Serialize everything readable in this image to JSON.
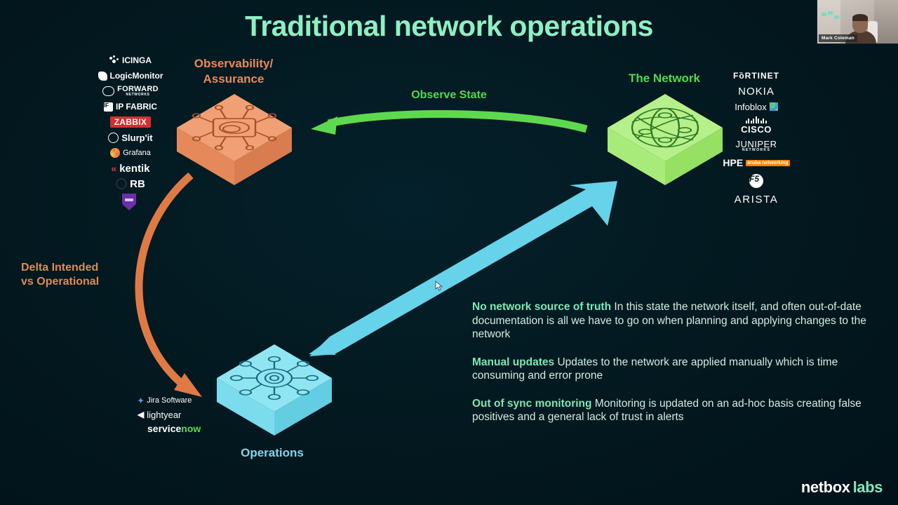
{
  "slide": {
    "title": "Traditional network operations",
    "background_color": "#03181f",
    "brand": {
      "primary": "netbox",
      "secondary": "labs"
    }
  },
  "nodes": {
    "observability": {
      "label": "Observability/\nAssurance",
      "label_line1": "Observability/",
      "label_line2": "Assurance",
      "color": "#e8895a",
      "icon": "hub-spoke-cube"
    },
    "network": {
      "label": "The Network",
      "color": "#4ddb4d",
      "icon": "globe-mesh-cube"
    },
    "operations": {
      "label": "Operations",
      "color": "#7fd6e8",
      "icon": "gear-hub-cube"
    }
  },
  "arrows": {
    "observe_state": {
      "label": "Observe State",
      "color": "#5ed94f",
      "direction": "network-to-observability"
    },
    "delta": {
      "label_line1": "Delta Intended",
      "label_line2": "vs Operational",
      "color": "#e07a45",
      "direction": "observability-to-operations"
    },
    "apply": {
      "label": "",
      "color": "#66d3ea",
      "direction": "operations-to-network"
    }
  },
  "logo_groups": {
    "observability": [
      {
        "name": "icinga",
        "text": "ICINGA"
      },
      {
        "name": "logicmonitor",
        "text": "LogicMonitor"
      },
      {
        "name": "forward-networks",
        "text": "FORWARD",
        "sub": "NETWORKS"
      },
      {
        "name": "ip-fabric",
        "text": "IP FABRIC"
      },
      {
        "name": "zabbix",
        "text": "ZABBIX"
      },
      {
        "name": "slurpit",
        "text": "Slurp'it"
      },
      {
        "name": "grafana",
        "text": "Grafana"
      },
      {
        "name": "kentik",
        "text": "kentik"
      },
      {
        "name": "rb",
        "text": "RB"
      },
      {
        "name": "shield-vendor",
        "text": ""
      }
    ],
    "network": [
      {
        "name": "fortinet",
        "text": "FȍRTINET"
      },
      {
        "name": "nokia",
        "text": "NOKIA"
      },
      {
        "name": "infoblox",
        "text": "Infoblox"
      },
      {
        "name": "cisco",
        "text": "CISCO"
      },
      {
        "name": "juniper",
        "text": "JUNIPER",
        "sub": "NETWORKS"
      },
      {
        "name": "hpe-aruba",
        "text": "HPE",
        "sub": "aruba networking"
      },
      {
        "name": "f5",
        "text": "F5"
      },
      {
        "name": "arista",
        "text": "ARISTA"
      }
    ],
    "operations": [
      {
        "name": "jira-software",
        "text": "Jira Software"
      },
      {
        "name": "lightyear",
        "text": "lightyear"
      },
      {
        "name": "servicenow",
        "text": "service",
        "sub": "now"
      }
    ]
  },
  "body": [
    {
      "heading": "No network source of truth",
      "text": " In this state the network itself, and often out-of-date documentation is all we have to go on when planning and applying changes to the network"
    },
    {
      "heading": "Manual updates",
      "text": " Updates to the network are applied manually which is time consuming and error prone"
    },
    {
      "heading": "Out of sync monitoring",
      "text": " Monitoring is updated on an ad-hoc basis creating false positives and a general lack of trust in alerts"
    }
  ],
  "webcam": {
    "participant_name": "Mark Coleman"
  }
}
